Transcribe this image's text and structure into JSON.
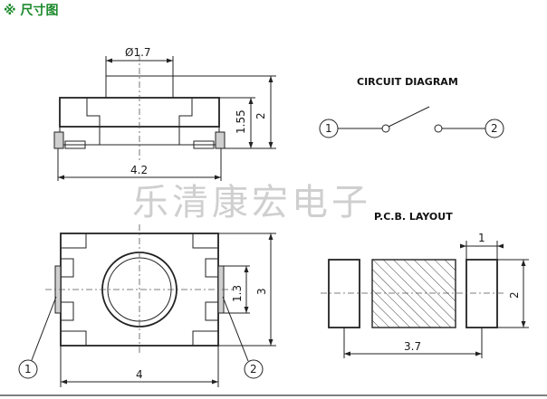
{
  "header": {
    "title": "※ 尺寸图"
  },
  "watermark": "乐清康宏电子",
  "side_view": {
    "dim_actuator_diameter": "Ø1.7",
    "dim_actuator_height": "1.55",
    "dim_total_height": "2",
    "dim_width": "4.2"
  },
  "circuit": {
    "title": "CIRCUIT DIAGRAM",
    "terminal_1": "1",
    "terminal_2": "2"
  },
  "top_view": {
    "dim_pin_span": "1.3",
    "dim_height": "3",
    "dim_width": "4",
    "callout_1": "1",
    "callout_2": "2"
  },
  "pcb": {
    "title": "P.C.B. LAYOUT",
    "dim_pad_width": "1",
    "dim_pad_height": "2",
    "dim_total_width": "3.7"
  },
  "colors": {
    "title": "#1b8a2b",
    "line": "#222222",
    "watermark": "#cfcfcf",
    "hatch": "#444444"
  }
}
